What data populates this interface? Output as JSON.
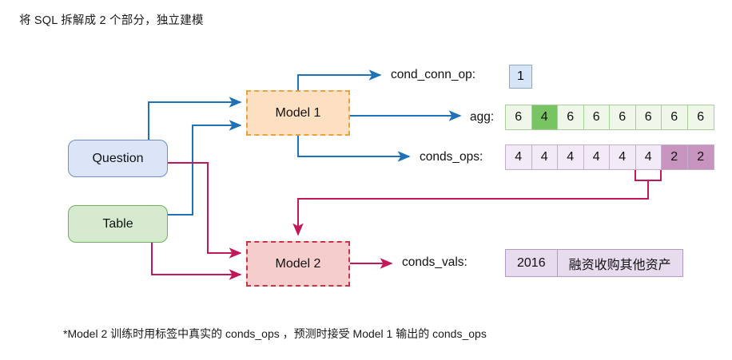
{
  "title": "将 SQL 拆解成 2 个部分，独立建模",
  "footnote": "*Model 2 训练时用标签中真实的 conds_ops ，预测时接受 Model 1 输出的 conds_ops",
  "nodes": {
    "question": "Question",
    "table": "Table",
    "model1": "Model 1",
    "model2": "Model 2"
  },
  "outputs": {
    "cond_conn_op": {
      "label": "cond_conn_op:",
      "value": "1"
    },
    "agg": {
      "label": "agg:",
      "cells": [
        "6",
        "4",
        "6",
        "6",
        "6",
        "6",
        "6",
        "6"
      ],
      "highlighted_index": 1
    },
    "conds_ops": {
      "label": "conds_ops:",
      "cells": [
        "4",
        "4",
        "4",
        "4",
        "4",
        "4",
        "2",
        "2"
      ],
      "highlighted_indices": [
        6,
        7
      ]
    },
    "conds_vals": {
      "label": "conds_vals:",
      "cells": [
        "2016",
        "融资收购其他资产"
      ]
    }
  },
  "colors": {
    "blue_edge": "#1f71b8",
    "red_edge": "#c2185b",
    "question_fill": "#dbe5f7",
    "question_stroke": "#6b8fc9",
    "table_fill": "#d6ead0",
    "table_stroke": "#6fae5e",
    "model1_fill": "#fde0c2",
    "model1_stroke": "#e8a33d",
    "model2_fill": "#f6cdcd",
    "model2_stroke": "#c9344a",
    "agg_cell": "#eef7e9",
    "agg_cell_highlight": "#78c362",
    "ops_cell": "#f2eaf6",
    "ops_cell_highlight": "#c794bf",
    "vals_cell": "#e7dcee",
    "cond_conn_cell": "#d6e4f7"
  }
}
